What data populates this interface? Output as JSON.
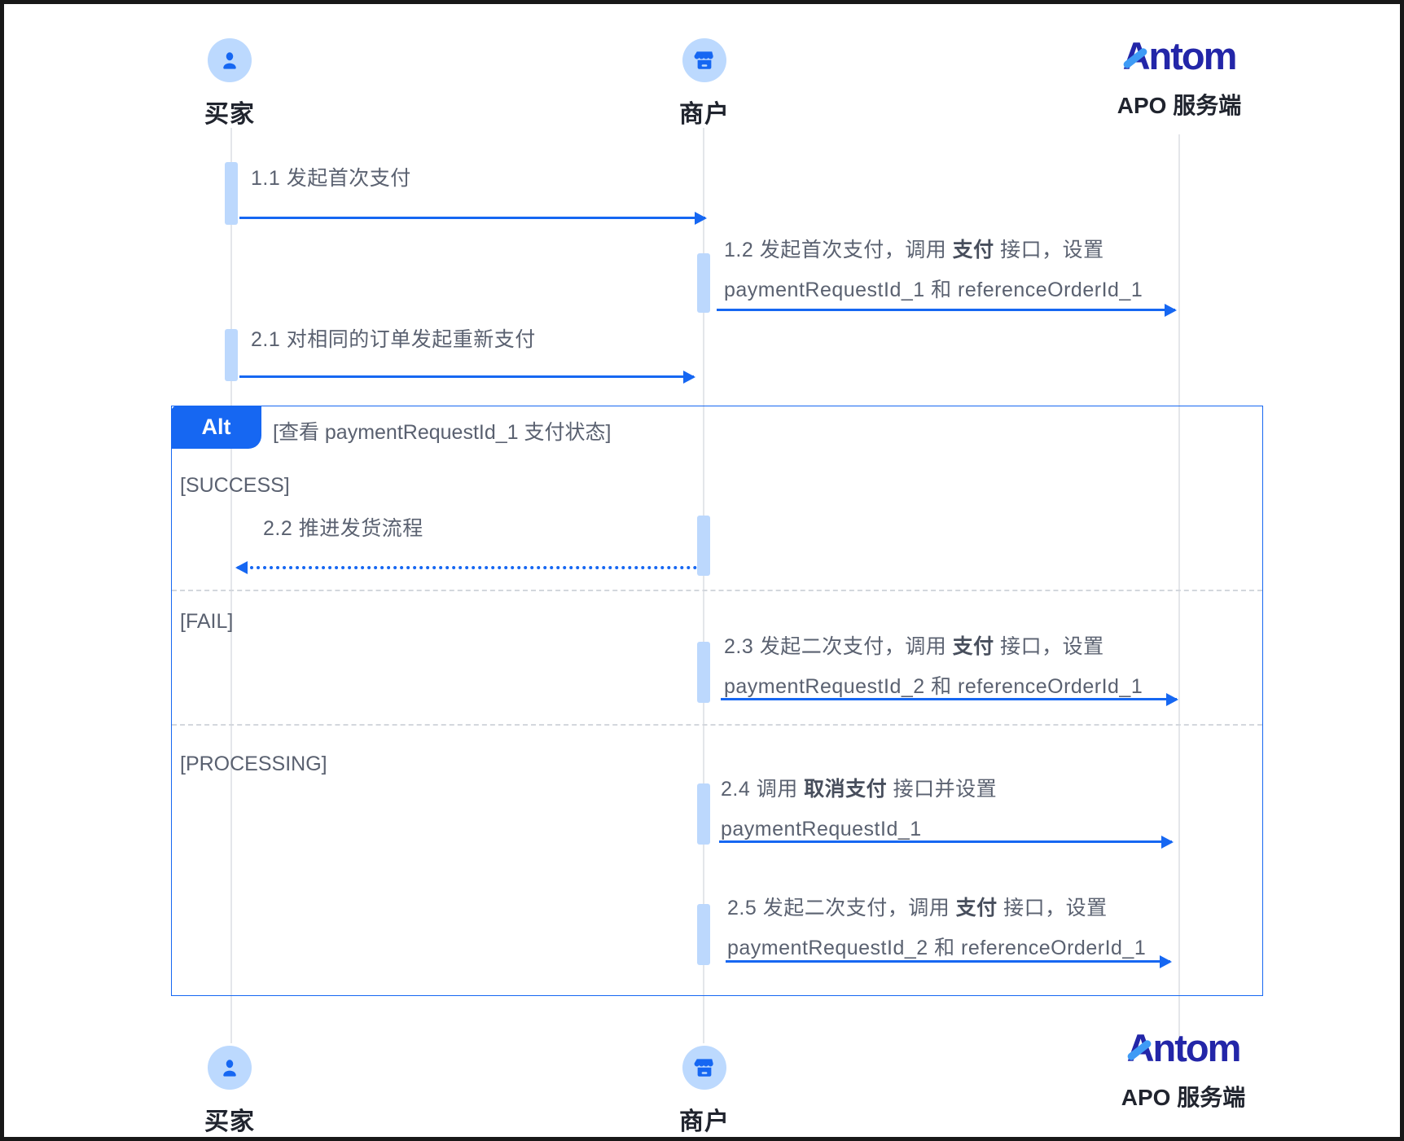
{
  "colors": {
    "arrow_blue": "#1667f2",
    "activation_blue": "#bcd8fd",
    "lifeline_gray": "#e4e6ea",
    "text_gray": "#5a6170",
    "antom_navy": "#2326a8",
    "antom_slash_blue": "#3e9bf5"
  },
  "actors": {
    "buyer": {
      "label": "买家"
    },
    "merchant": {
      "label": "商户"
    },
    "apo": {
      "brand": "Antom",
      "label": "APO 服务端"
    }
  },
  "alt": {
    "label": "Alt",
    "condition": "[查看 paymentRequestId_1 支付状态]",
    "sections": {
      "success": "[SUCCESS]",
      "fail": "[FAIL]",
      "processing": "[PROCESSING]"
    }
  },
  "messages": {
    "m1_1": {
      "text": "1.1 发起首次支付"
    },
    "m1_2": {
      "pre": "1.2 发起首次支付，调用 ",
      "bold": "支付",
      "post": " 接口，设置",
      "line2": "paymentRequestId_1 和 referenceOrderId_1"
    },
    "m2_1": {
      "text": "2.1 对相同的订单发起重新支付"
    },
    "m2_2": {
      "text": "2.2 推进发货流程"
    },
    "m2_3": {
      "pre": "2.3 发起二次支付，调用 ",
      "bold": "支付",
      "post": " 接口，设置",
      "line2": "paymentRequestId_2 和 referenceOrderId_1"
    },
    "m2_4": {
      "pre": "2.4 调用 ",
      "bold": "取消支付",
      "post": " 接口并设置",
      "line2": "paymentRequestId_1"
    },
    "m2_5": {
      "pre": "2.5 发起二次支付，调用 ",
      "bold": "支付",
      "post": " 接口，设置",
      "line2": "paymentRequestId_2 和 referenceOrderId_1"
    }
  }
}
